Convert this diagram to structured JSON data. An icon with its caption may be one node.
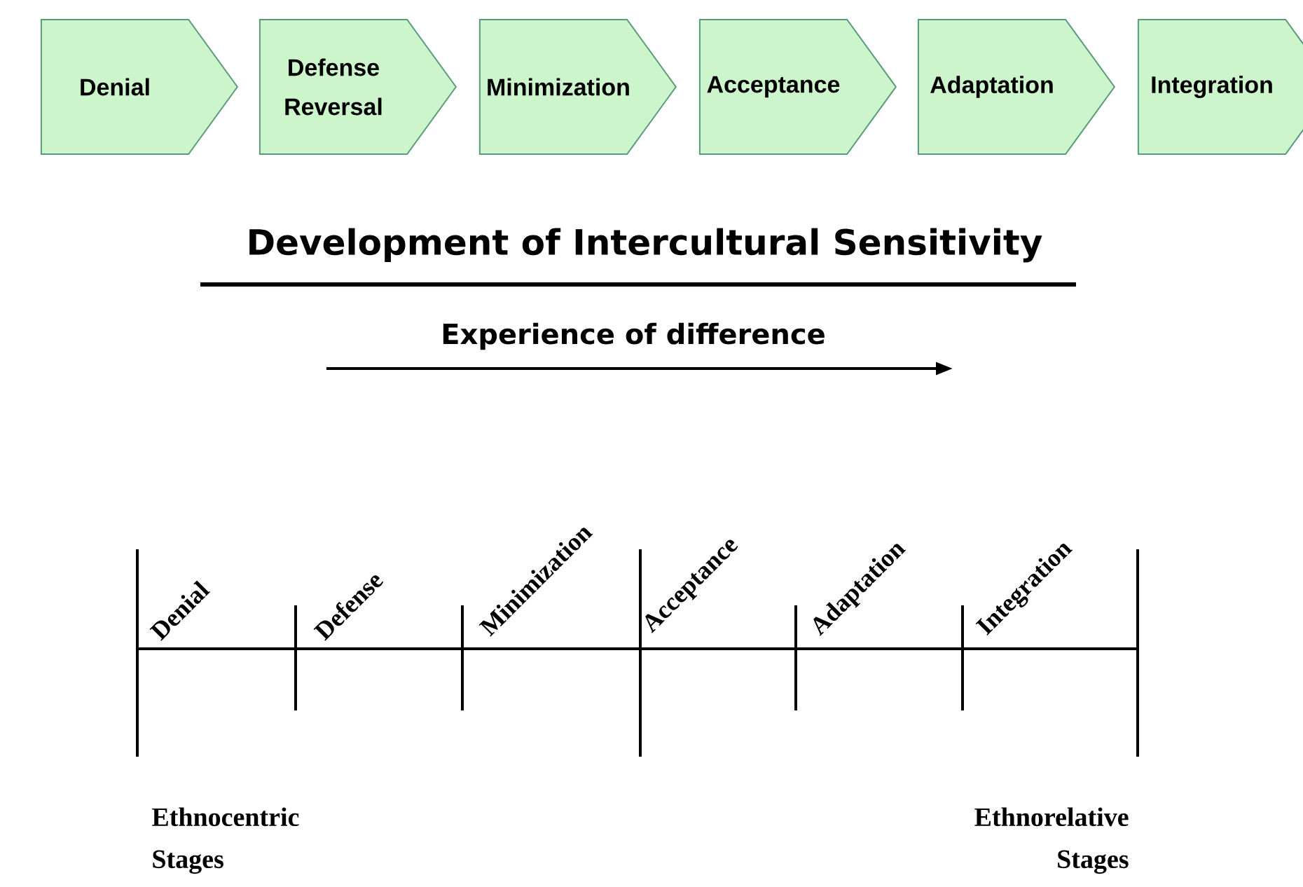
{
  "diagram": {
    "title": "Development of Intercultural Sensitivity",
    "nodes": [
      {
        "text": [
          "Denial"
        ]
      },
      {
        "text": [
          "Defense Reversal"
        ]
      },
      {
        "text": [
          "Minimization"
        ]
      },
      {
        "text": [
          "Acceptance"
        ]
      },
      {
        "text": [
          "Adaptation"
        ]
      },
      {
        "text": [
          "Integration"
        ]
      }
    ],
    "labels": [
      "Experience of difference",
      "Denial",
      "Defense",
      "Minimization",
      "Acceptance",
      "Adaptation",
      "Integration",
      "Ethnocentric Stages",
      "Ethnorelative Stages"
    ]
  }
}
